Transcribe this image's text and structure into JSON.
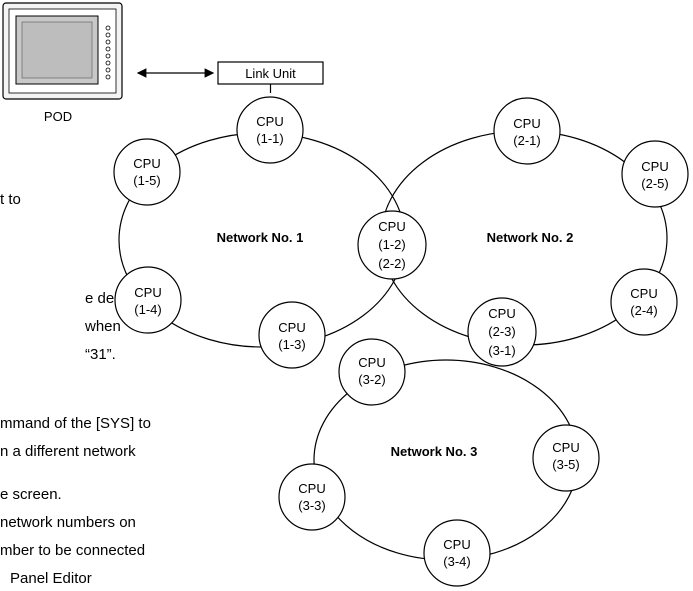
{
  "pod": {
    "label": "POD"
  },
  "link_unit": {
    "label": "Link Unit"
  },
  "networks": [
    {
      "label": "Network No. 1"
    },
    {
      "label": "Network No. 2"
    },
    {
      "label": "Network No. 3"
    }
  ],
  "cpus": [
    {
      "id": "cpu-1-1",
      "lines": [
        "CPU",
        "(1-1)"
      ]
    },
    {
      "id": "cpu-1-5",
      "lines": [
        "CPU",
        "(1-5)"
      ]
    },
    {
      "id": "cpu-1-4",
      "lines": [
        "CPU",
        "(1-4)"
      ]
    },
    {
      "id": "cpu-1-3",
      "lines": [
        "CPU",
        "(1-3)"
      ]
    },
    {
      "id": "cpu-1-2-2-2",
      "lines": [
        "CPU",
        "(1-2)",
        "(2-2)"
      ]
    },
    {
      "id": "cpu-2-1",
      "lines": [
        "CPU",
        "(2-1)"
      ]
    },
    {
      "id": "cpu-2-5",
      "lines": [
        "CPU",
        "(2-5)"
      ]
    },
    {
      "id": "cpu-2-4",
      "lines": [
        "CPU",
        "(2-4)"
      ]
    },
    {
      "id": "cpu-2-3-3-1",
      "lines": [
        "CPU",
        "(2-3)",
        "(3-1)"
      ]
    },
    {
      "id": "cpu-3-2",
      "lines": [
        "CPU",
        "(3-2)"
      ]
    },
    {
      "id": "cpu-3-3",
      "lines": [
        "CPU",
        "(3-3)"
      ]
    },
    {
      "id": "cpu-3-4",
      "lines": [
        "CPU",
        "(3-4)"
      ]
    },
    {
      "id": "cpu-3-5",
      "lines": [
        "CPU",
        "(3-5)"
      ]
    }
  ],
  "side_text": [
    "t to",
    "e delayed",
    "when",
    "“31”.",
    "mmand of the [SYS] to",
    "n a different network",
    "e screen.",
    "network numbers on",
    "mber to be connected",
    "Panel Editor"
  ]
}
